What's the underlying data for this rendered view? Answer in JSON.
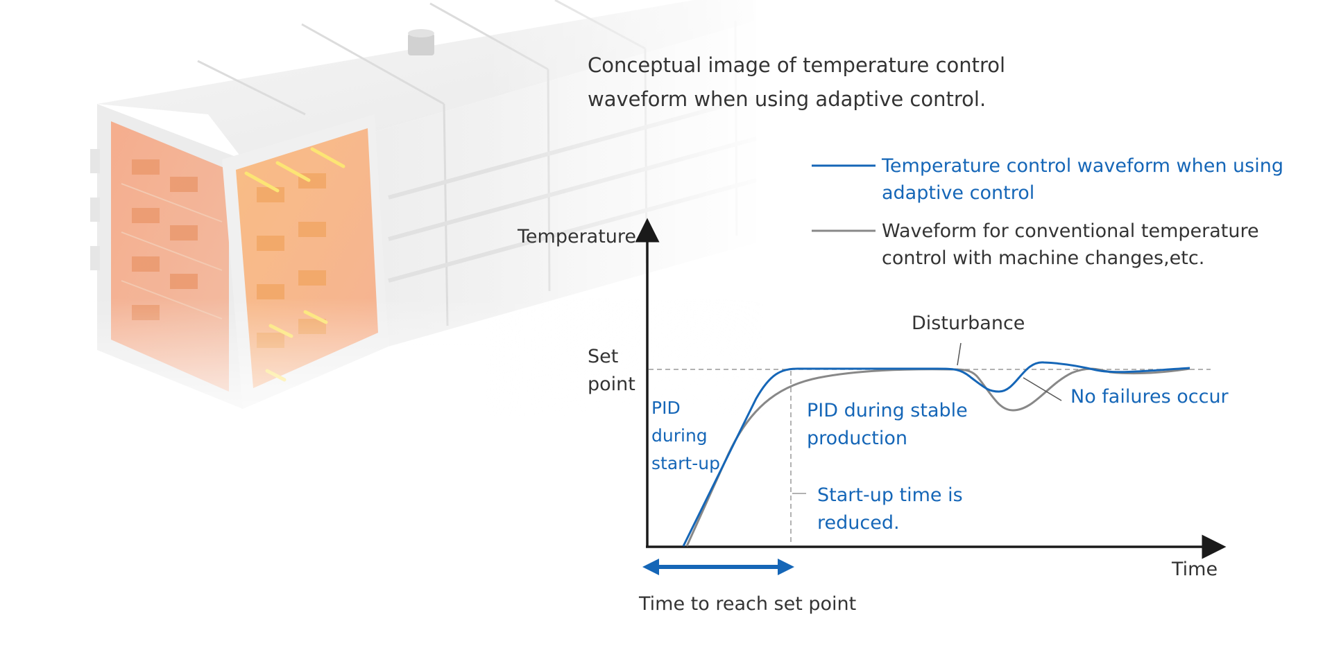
{
  "caption": {
    "line1": "Conceptual image of temperature control",
    "line2": "waveform when using adaptive control."
  },
  "legend": [
    {
      "lines": [
        "Temperature control waveform when using",
        "adaptive control"
      ],
      "color": "#1566b7"
    },
    {
      "lines": [
        "Waveform for conventional temperature",
        "control with machine changes,etc."
      ],
      "color": "#888888"
    }
  ],
  "axes": {
    "y_label": "Temperature",
    "x_label": "Time",
    "set_point": [
      "Set",
      "point"
    ]
  },
  "annotations": {
    "disturbance": "Disturbance",
    "no_failures": "No failures occur",
    "pid_startup": [
      "PID",
      "during",
      "start-up"
    ],
    "pid_stable": [
      "PID during stable",
      "production"
    ],
    "startup_reduced": [
      "Start-up time is",
      "reduced."
    ],
    "time_to_set": "Time to reach set point"
  },
  "colors": {
    "adaptive": "#1566b7",
    "conventional": "#888888",
    "axis": "#1a1a1a",
    "text": "#333333",
    "reference": "#999999"
  },
  "icons": [
    "heater-block-illustration"
  ]
}
